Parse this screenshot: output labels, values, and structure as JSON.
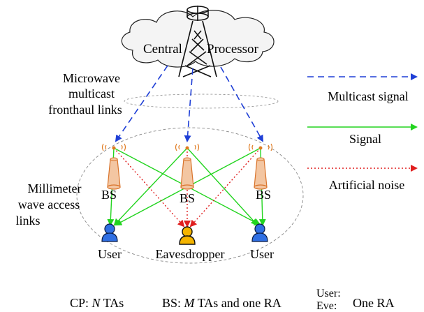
{
  "cloud_label_left": "Central",
  "cloud_label_right": "Processor",
  "fronthaul_label": [
    "Microwave",
    "multicast",
    "fronthaul links"
  ],
  "access_label": [
    "Millimeter",
    "wave access",
    "links"
  ],
  "bs_labels": [
    "BS",
    "BS",
    "BS"
  ],
  "user_labels": [
    "User",
    "User"
  ],
  "eve_label": "Eavesdropper",
  "legend": {
    "multicast": "Multicast signal",
    "signal": "Signal",
    "noise": "Artificial noise"
  },
  "footer": {
    "cp_prefix": "CP: ",
    "cp_var": "N",
    "cp_suffix": " TAs",
    "bs_prefix": "BS: ",
    "bs_var": "M",
    "bs_suffix": " TAs and one RA",
    "user_line1": "User:",
    "user_line2": "Eve:",
    "one_ra": "One RA"
  },
  "colors": {
    "multicast": "#1f3fd6",
    "signal": "#22d41f",
    "noise": "#e01f1f",
    "bs_fill": "#f3c6a2",
    "bs_stroke": "#d9732a",
    "user_fill": "#2f6fe3",
    "eve_fill": "#f4b400"
  }
}
